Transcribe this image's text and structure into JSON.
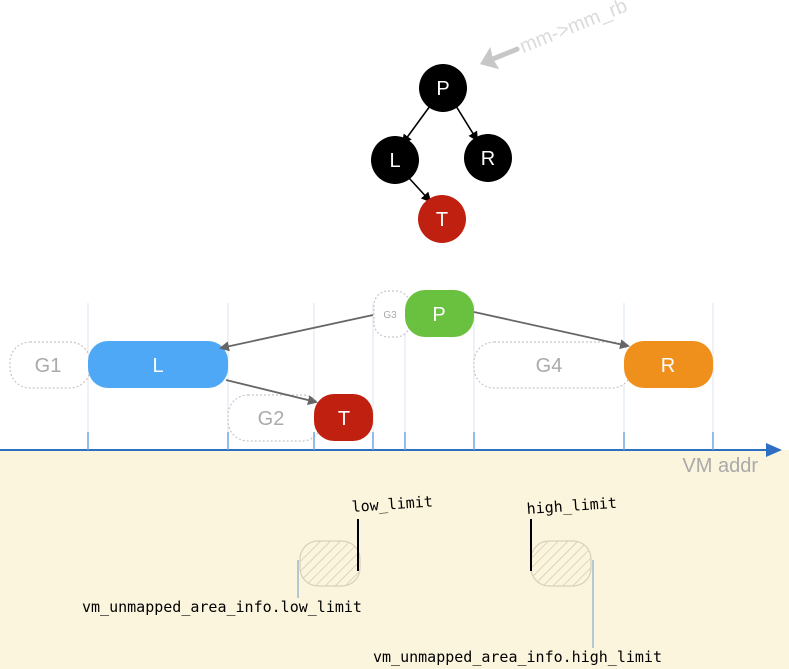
{
  "tree": {
    "root_pointer_label": "mm->mm_rb",
    "nodes": [
      {
        "id": "P",
        "label": "P",
        "color": "#000000"
      },
      {
        "id": "L",
        "label": "L",
        "color": "#000000"
      },
      {
        "id": "R",
        "label": "R",
        "color": "#000000"
      },
      {
        "id": "T",
        "label": "T",
        "color": "#c0200f"
      }
    ]
  },
  "areas": {
    "vmas": [
      {
        "id": "L",
        "label": "L",
        "color": "#4ea8f5"
      },
      {
        "id": "T",
        "label": "T",
        "color": "#c0200f"
      },
      {
        "id": "P",
        "label": "P",
        "color": "#6ac13f"
      },
      {
        "id": "R",
        "label": "R",
        "color": "#f0901c"
      }
    ],
    "gaps": [
      {
        "id": "G1",
        "label": "G1"
      },
      {
        "id": "G2",
        "label": "G2"
      },
      {
        "id": "G3",
        "label": "G3"
      },
      {
        "id": "G4",
        "label": "G4"
      }
    ],
    "axis_label": "VM addr",
    "axis_color": "#2e6fc4",
    "panel_color": "#fcf5dd"
  },
  "limits": {
    "low_label": "low_limit",
    "high_label": "high_limit",
    "low_caption": "vm_unmapped_area_info.low_limit",
    "high_caption": "vm_unmapped_area_info.high_limit"
  }
}
